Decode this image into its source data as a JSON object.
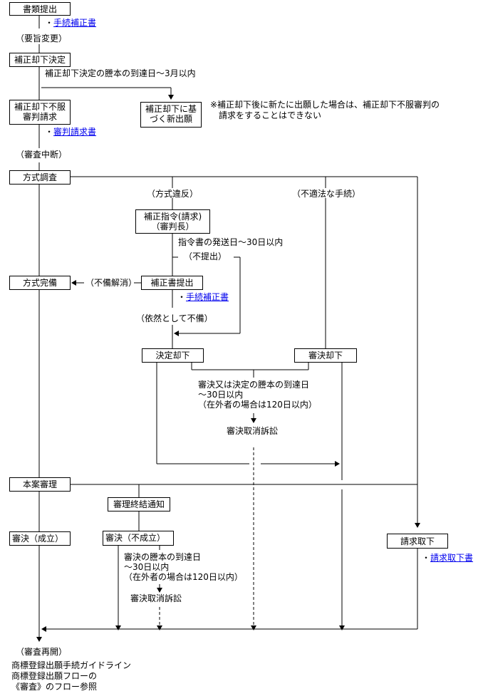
{
  "nodes": {
    "shorui_teishutsu": "書類提出",
    "hosei_kyakka_kettei": "補正却下決定",
    "hosei_kyakka_fufuku": "補正却下不服\n審判請求",
    "hosei_kyakka_shin_shutsugan": "補正却下に基\nづく新出願",
    "hoshiki_chousa": "方式調査",
    "hosei_shirei": "補正指令(請求)\n（審判長）",
    "hoshiki_kanbi": "方式完備",
    "hoseisho_teishutsu": "補正書提出",
    "kettei_kyakka": "決定却下",
    "shinketsu_kyakka": "審決却下",
    "honan_shinri": "本案審理",
    "shinri_shuketsu_tsuchi": "審理終結通知",
    "shinketsu_seiritsu": "審決（成立）",
    "shinketsu_fuseiritsu": "審決（不成立）",
    "seikyu_torisage": "請求取下"
  },
  "labels": {
    "youshi_henkou": "（要旨変更）",
    "deadline_3months": "補正却下決定の謄本の到達日～3月以内",
    "note": "※補正却下後に新たに出願した場合は、補正却下不服審判の\n　請求をすることはできない",
    "shinsa_chudan": "（審査中断）",
    "hoshiki_ihan": "（方式違反）",
    "futekihou_tetsuzuki": "（不適法な手続）",
    "deadline_30days_shirei": "指令書の発送日～30日以内",
    "futeishutsu": "（不提出）",
    "fubi_kaishou": "（不備解消）",
    "izen_fubi": "（依然として不備）",
    "deadline_appeal_1": "審決又は決定の謄本の到達日\n～30日以内\n（在外者の場合は120日以内）",
    "torikeshi_soshou_1": "審決取消訴訟",
    "deadline_appeal_2": "審決の謄本の到達日\n～30日以内\n（在外者の場合は120日以内）",
    "torikeshi_soshou_2": "審決取消訴訟",
    "shinsa_saikai": "（審査再開）",
    "guideline_ref": "商標登録出願手続ガイドライン\n商標登録出願フローの\n《審査》のフロー参照"
  },
  "links": {
    "tetsuzuki_hoseisho_1": "手続補正書",
    "shinpan_seikyusho": "審判請求書",
    "tetsuzuki_hoseisho_2": "手続補正書",
    "seikyu_torisagesho": "請求取下書"
  },
  "bullet": "・",
  "colors": {
    "link": "#0000ee",
    "line": "#000000"
  }
}
